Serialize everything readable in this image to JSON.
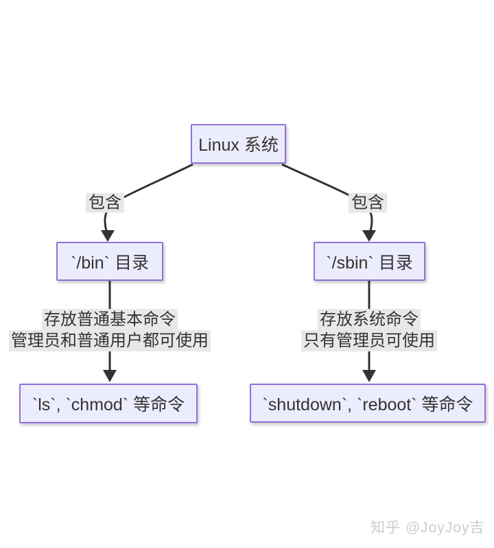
{
  "diagram": {
    "type": "flowchart",
    "nodes": {
      "root": {
        "label": "Linux 系统"
      },
      "bin": {
        "label": "`/bin` 目录"
      },
      "sbin": {
        "label": "`/sbin` 目录"
      },
      "bin_cmds": {
        "label": "`ls`, `chmod` 等命令"
      },
      "sbin_cmds": {
        "label": "`shutdown`, `reboot` 等命令"
      }
    },
    "edge_labels": {
      "root_bin": "包含",
      "root_sbin": "包含",
      "bin_desc_line1": "存放普通基本命令",
      "bin_desc_line2": "管理员和普通用户都可使用",
      "sbin_desc_line1": "存放系统命令",
      "sbin_desc_line2": "只有管理员可使用"
    },
    "colors": {
      "node_fill": "#ECECFF",
      "node_border": "#9370DB",
      "edge_stroke": "#333333",
      "edge_label_bg": "#E8E8E8",
      "text": "#333333"
    }
  },
  "watermark": {
    "text": "知乎 @JoyJoy吉"
  }
}
